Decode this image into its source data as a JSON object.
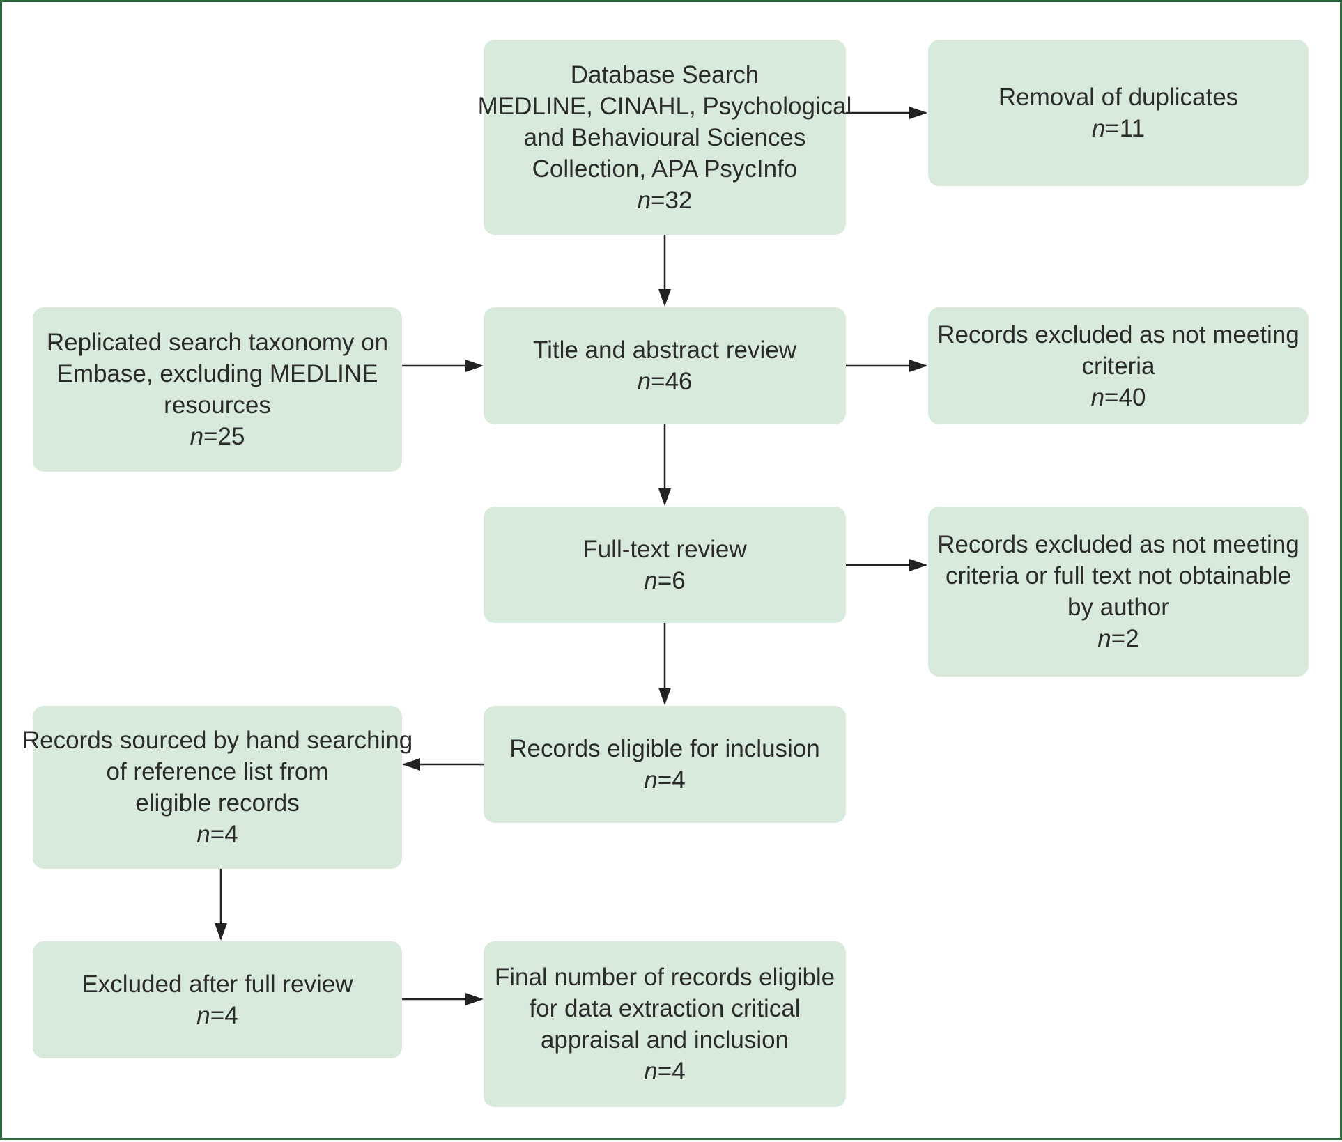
{
  "boxes": {
    "database_search": {
      "lines": [
        "Database Search",
        "MEDLINE, CINAHL, Psychological",
        "and Behavioural Sciences",
        "Collection, APA PsycInfo"
      ],
      "n": "32"
    },
    "removal_duplicates": {
      "lines": [
        "Removal of duplicates"
      ],
      "n": "11"
    },
    "replicated_search": {
      "lines": [
        "Replicated search taxonomy on",
        "Embase, excluding MEDLINE",
        "resources"
      ],
      "n": "25"
    },
    "title_abstract": {
      "lines": [
        "Title and abstract review"
      ],
      "n": "46"
    },
    "excluded_criteria": {
      "lines": [
        "Records excluded as not meeting",
        "criteria"
      ],
      "n": "40"
    },
    "full_text": {
      "lines": [
        "Full-text review"
      ],
      "n": "6"
    },
    "excluded_fulltext": {
      "lines": [
        "Records excluded as not meeting",
        "criteria or full text not obtainable",
        "by author"
      ],
      "n": "2"
    },
    "eligible": {
      "lines": [
        "Records eligible for inclusion"
      ],
      "n": "4"
    },
    "hand_search": {
      "lines": [
        "Records sourced by hand searching",
        "of reference list from",
        "eligible records"
      ],
      "n": "4"
    },
    "excluded_after": {
      "lines": [
        "Excluded after full review"
      ],
      "n": "4"
    },
    "final": {
      "lines": [
        "Final number of records eligible",
        "for data extraction critical",
        "appraisal and inclusion"
      ],
      "n": "4"
    }
  },
  "n_label": "n",
  "n_eq": "=",
  "colors": {
    "box_fill": "#d8eadb",
    "frame_border": "#2f6b3f",
    "arrow": "#222222",
    "text": "#2b2b2b"
  }
}
